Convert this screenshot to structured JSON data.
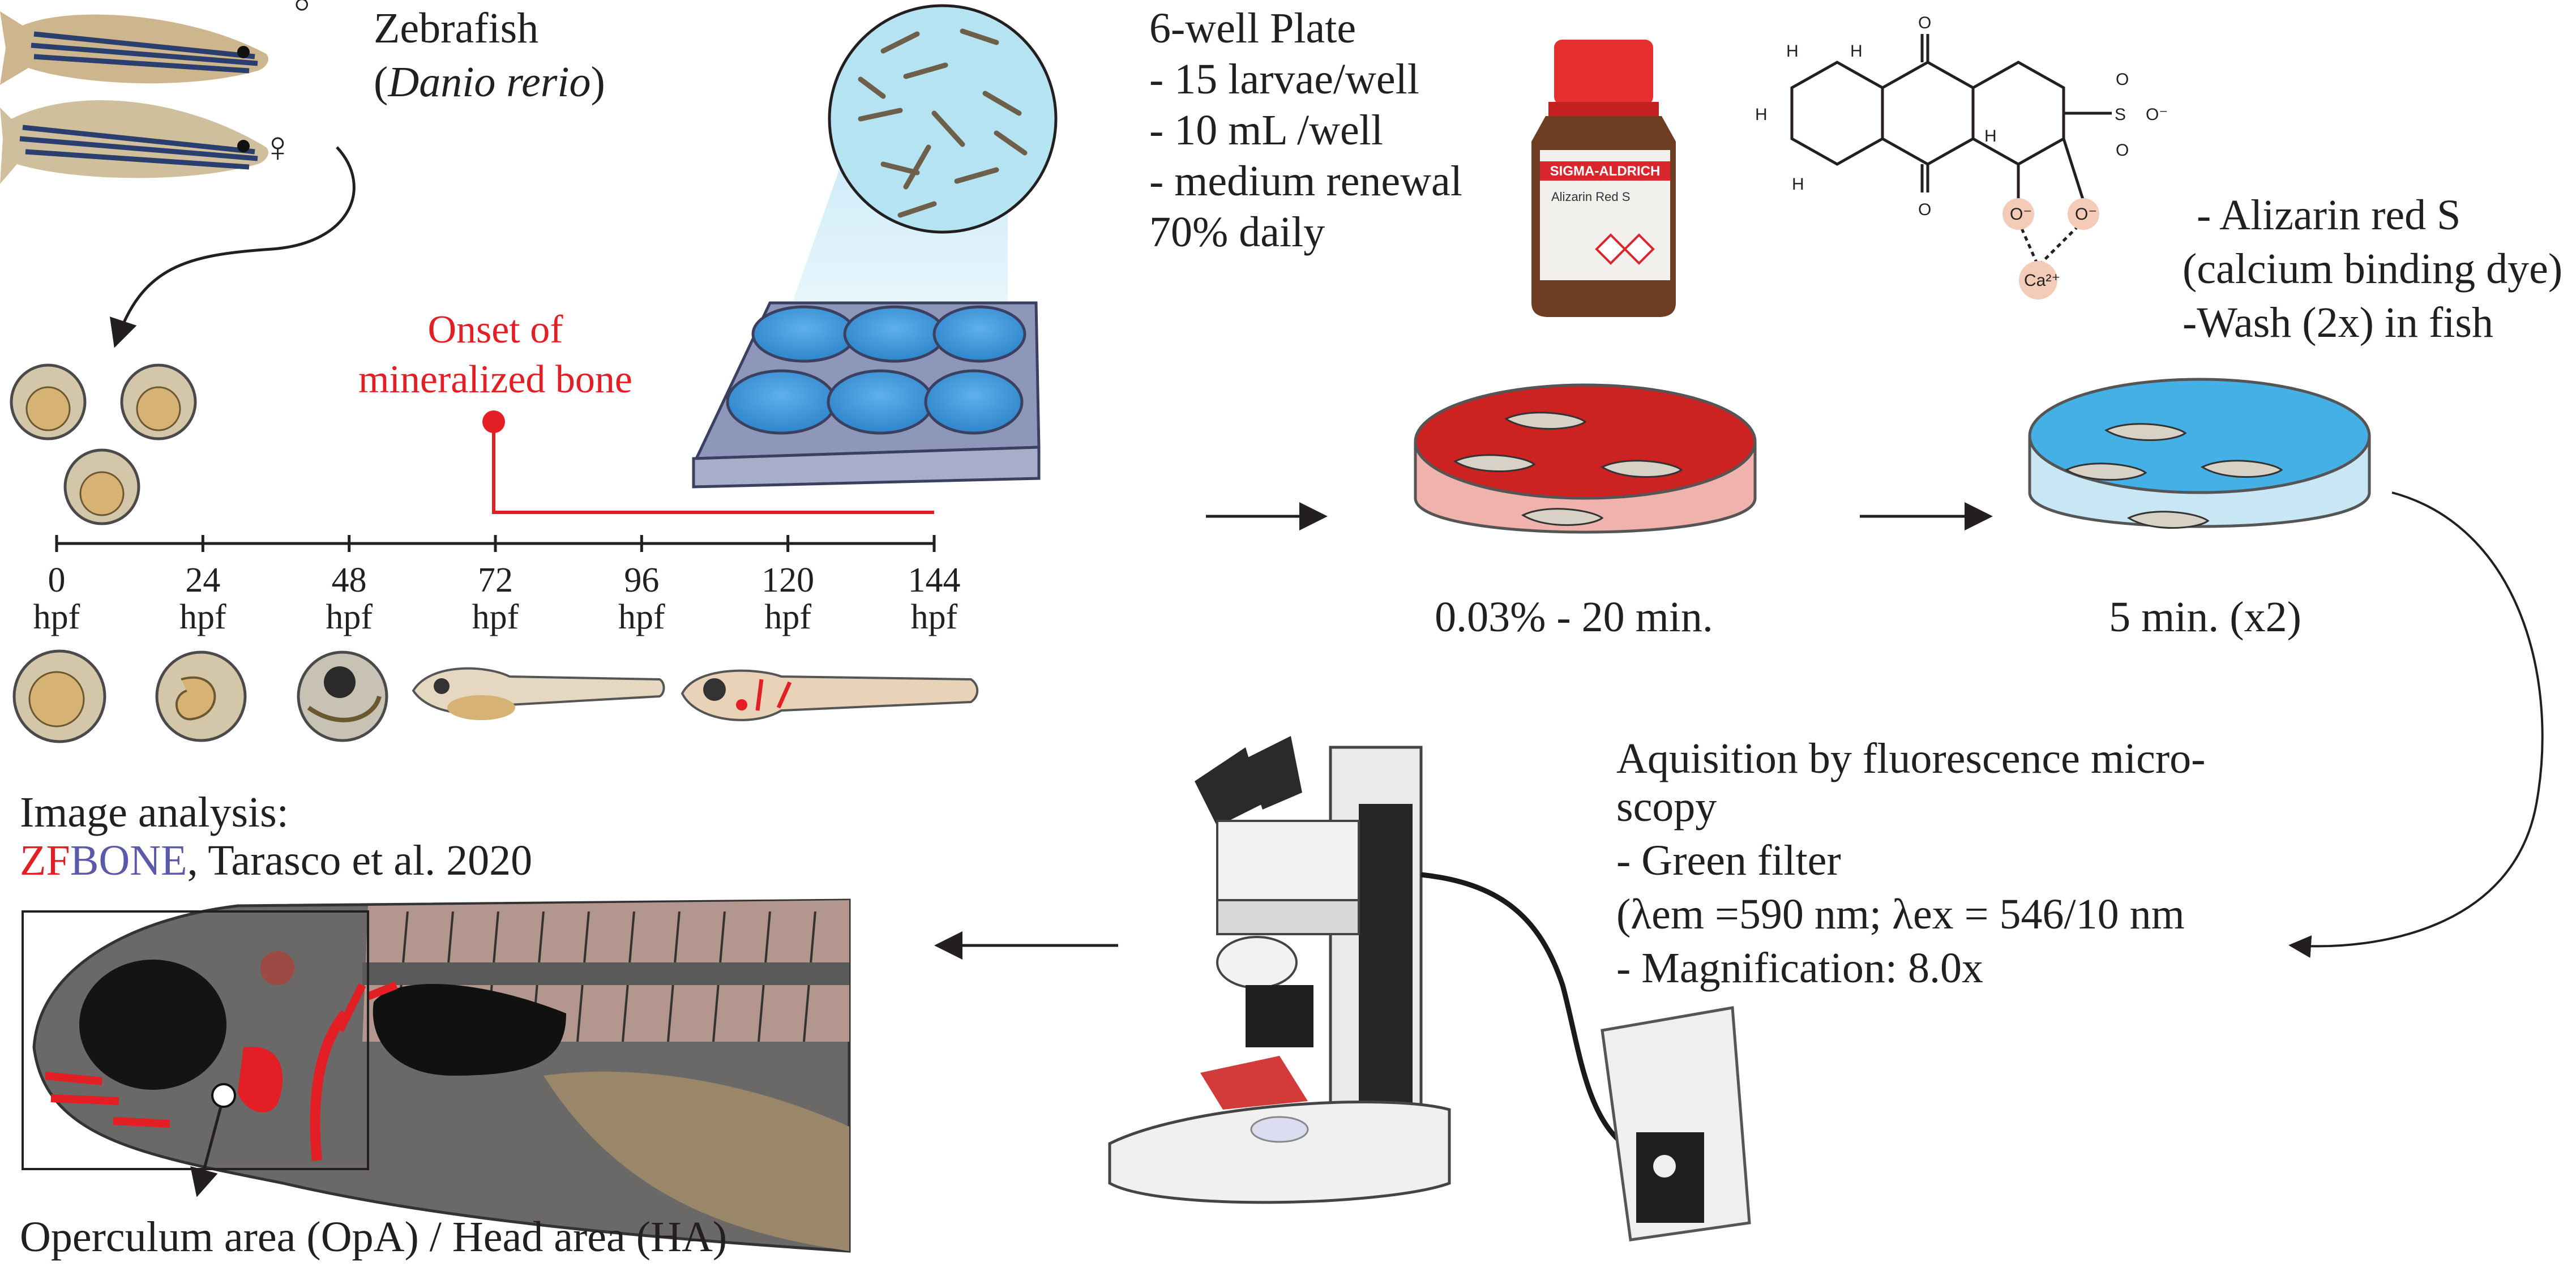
{
  "colors": {
    "accent_red": "#e31e24",
    "zf": "#e31e24",
    "bone": "#5a5aa8",
    "text": "#231f20",
    "well_blue": "#3d95d6",
    "stain_red": "#cc2222",
    "wash_blue": "#45b0e6",
    "fish_gray": "#6b6868",
    "fish_body": "#b3968e"
  },
  "species": {
    "name": "Zebrafish",
    "latin": "Danio rerio",
    "paren_open": "(",
    "paren_close": ")",
    "male_symbol": "♂",
    "female_symbol": "♀"
  },
  "timeline": {
    "onset_line1": "Onset of",
    "onset_line2": "mineralized bone",
    "ticks": [
      {
        "value": "0",
        "unit": "hpf"
      },
      {
        "value": "24",
        "unit": "hpf"
      },
      {
        "value": "48",
        "unit": "hpf"
      },
      {
        "value": "72",
        "unit": "hpf"
      },
      {
        "value": "96",
        "unit": "hpf"
      },
      {
        "value": "120",
        "unit": "hpf"
      },
      {
        "value": "144",
        "unit": "hpf"
      }
    ]
  },
  "plate": {
    "lines": [
      "6-well Plate",
      "- 15 larvae/well",
      "- 10 mL /well",
      "- medium renewal",
      " 70% daily"
    ]
  },
  "bottle": {
    "brand": "SIGMA-ALDRICH",
    "product": "Alizarin Red S"
  },
  "chemistry": {
    "atoms": [
      "H",
      "H",
      "H",
      "H",
      "H",
      "O",
      "O",
      "S",
      "O",
      "O",
      "O⁻",
      "O⁻",
      "O⁻",
      "Ca²⁺"
    ]
  },
  "dye": {
    "lines": [
      "- Alizarin red S",
      "(calcium binding dye)",
      "-Wash (2x) in fish"
    ]
  },
  "stain_step": {
    "label": "0.03% - 20 min."
  },
  "wash_step": {
    "label": "5 min. (x2)"
  },
  "microscopy": {
    "lines": [
      "Aquisition by fluorescence micro-",
      "scopy",
      "- Green filter",
      " (λem =590 nm; λex = 546/10 nm",
      "- Magnification: 8.0x"
    ]
  },
  "analysis": {
    "title": "Image analysis:",
    "zf": "ZF",
    "bone": "BONE",
    "citation": ", Tarasco et al. 2020",
    "outcome": "Operculum area (OpA) / Head area (HA)"
  }
}
